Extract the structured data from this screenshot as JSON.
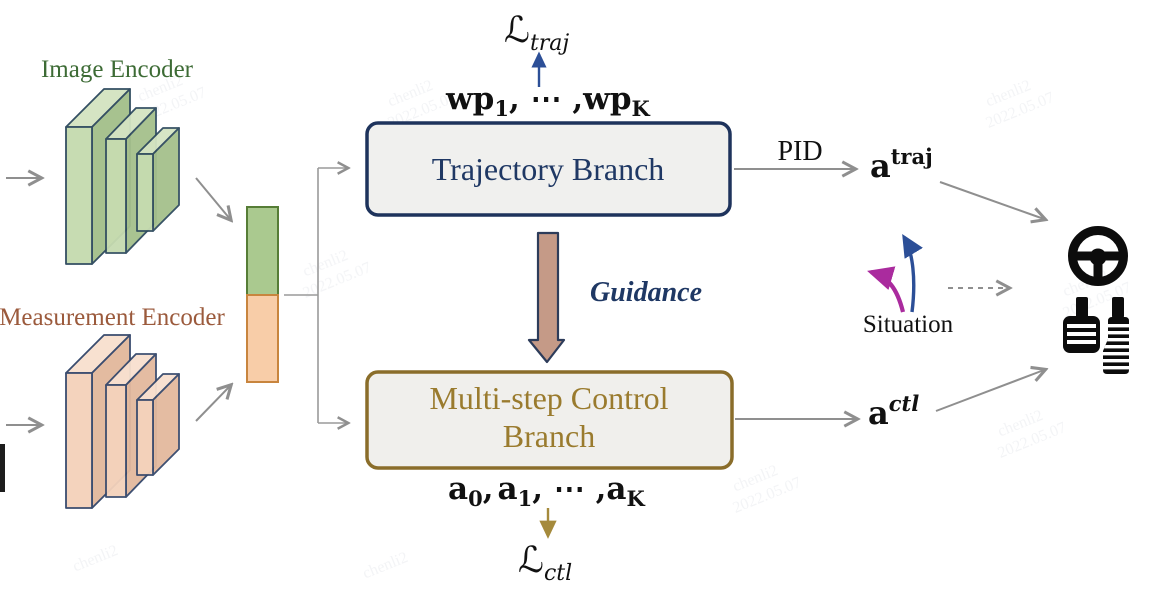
{
  "figure": {
    "type": "architecture-diagram",
    "description": "Driving-policy network: image and measurement encoders feed concatenated features into a Trajectory Branch and a Multi-step Control Branch"
  },
  "palette": {
    "navy": "#1f3864",
    "gold_text": "#9a7b2e",
    "gold_border": "#8a6d2a",
    "green_text": "#3d6b35",
    "brown_text": "#9b5a3c",
    "green_block": "#c6dbb0",
    "orange_block": "#f4d2bb",
    "bar_green": "#aac98f",
    "bar_green_border": "#567d36",
    "bar_orange": "#f8cda8",
    "bar_orange_border": "#c8853e",
    "guidance_fill": "#c59a87",
    "arrow_gray": "#8f8f8f",
    "arrow_blue": "#2c4f97",
    "arrow_purple": "#aa2b9e",
    "arrow_gold": "#a58a3c",
    "box_fill": "#f0f0ee"
  },
  "encoders": {
    "image_label": "Image Encoder",
    "measurement_label": "Measurement Encoder"
  },
  "trajectory": {
    "box_label": "Trajectory Branch",
    "loss_main": "ℒ",
    "loss_sub": "traj",
    "wp1_main": "wp",
    "wp1_sub": "1",
    "wp_sep": ", ⋯ ,",
    "wpK_main": "wp",
    "wpK_sub": "K"
  },
  "control": {
    "box_label_line1": "Multi-step Control",
    "box_label_line2": "Branch",
    "loss_main": "ℒ",
    "loss_sub": "ctl",
    "a0_main": "a",
    "a0_sub": "0",
    "sep1": ",",
    "a1_main": "a",
    "a1_sub": "1",
    "sep2": ", ⋯ ,",
    "aK_main": "a",
    "aK_sub": "K"
  },
  "guidance_label": "Guidance",
  "pid_label": "PID",
  "outputs": {
    "traj_main": "a",
    "traj_sup": "traj",
    "ctl_main": "a",
    "ctl_sup": "ctl"
  },
  "situation_label": "Situation",
  "icons": {
    "steering_wheel": "steering-wheel-icon",
    "pedals": "pedals-icon"
  },
  "watermark": {
    "line1": "chenli2",
    "line2": "2022.05.07"
  }
}
